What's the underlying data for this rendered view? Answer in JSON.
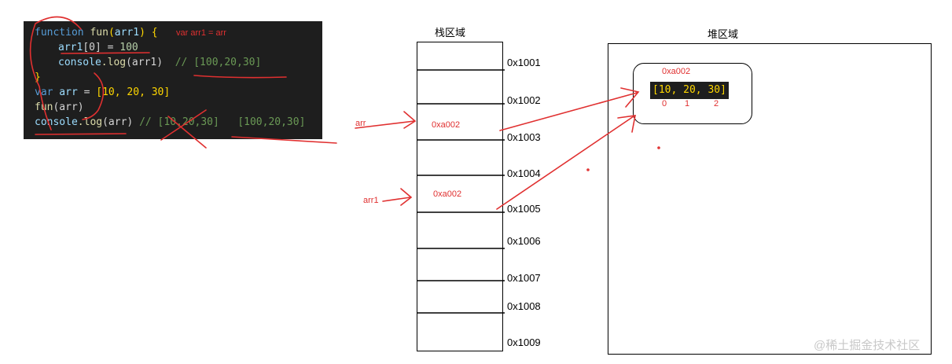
{
  "code": {
    "l1_kw": "function",
    "l1_fn": "fun",
    "l1_open": "(",
    "l1_arg": "arr1",
    "l1_close": ")",
    "l1_brace": "{",
    "l1_note": "var arr1 = arr",
    "l2_var": "arr1",
    "l2_idx": "[0]",
    "l2_eq": " = ",
    "l2_num": "100",
    "l3_obj": "console",
    "l3_fn": ".log",
    "l3_args": "(arr1)",
    "l3_cmt": "// [100,20,30]",
    "l4_brace": "}",
    "l5_kw": "var",
    "l5_var": " arr",
    "l5_eq": " = ",
    "l5_val": "[10, 20, 30]",
    "l6_fn": "fun",
    "l6_args": "(arr)",
    "l7_obj": "console",
    "l7_fn": ".log",
    "l7_args": "(arr)",
    "l7_cmt": "// [10,20,30]",
    "l7_answer": "[100,20,30]"
  },
  "stack": {
    "title": "栈区域",
    "addresses": [
      "0x1001",
      "0x1002",
      "0x1003",
      "0x1004",
      "0x1005",
      "0x1006",
      "0x1007",
      "0x1008",
      "0x1009"
    ],
    "cell_arr_value": "0xa002",
    "cell_arr1_value": "0xa002",
    "label_arr": "arr",
    "label_arr1": "arr1"
  },
  "heap": {
    "title": "堆区域",
    "object_address": "0xa002",
    "array_text": "[10, 20, 30]",
    "index_0": "0",
    "index_1": "1",
    "index_2": "2"
  },
  "watermark": "@稀土掘金技术社区",
  "colors": {
    "annotation": "#e03030",
    "code_bg": "#1e1e1e",
    "bracket": "#ffd700"
  }
}
